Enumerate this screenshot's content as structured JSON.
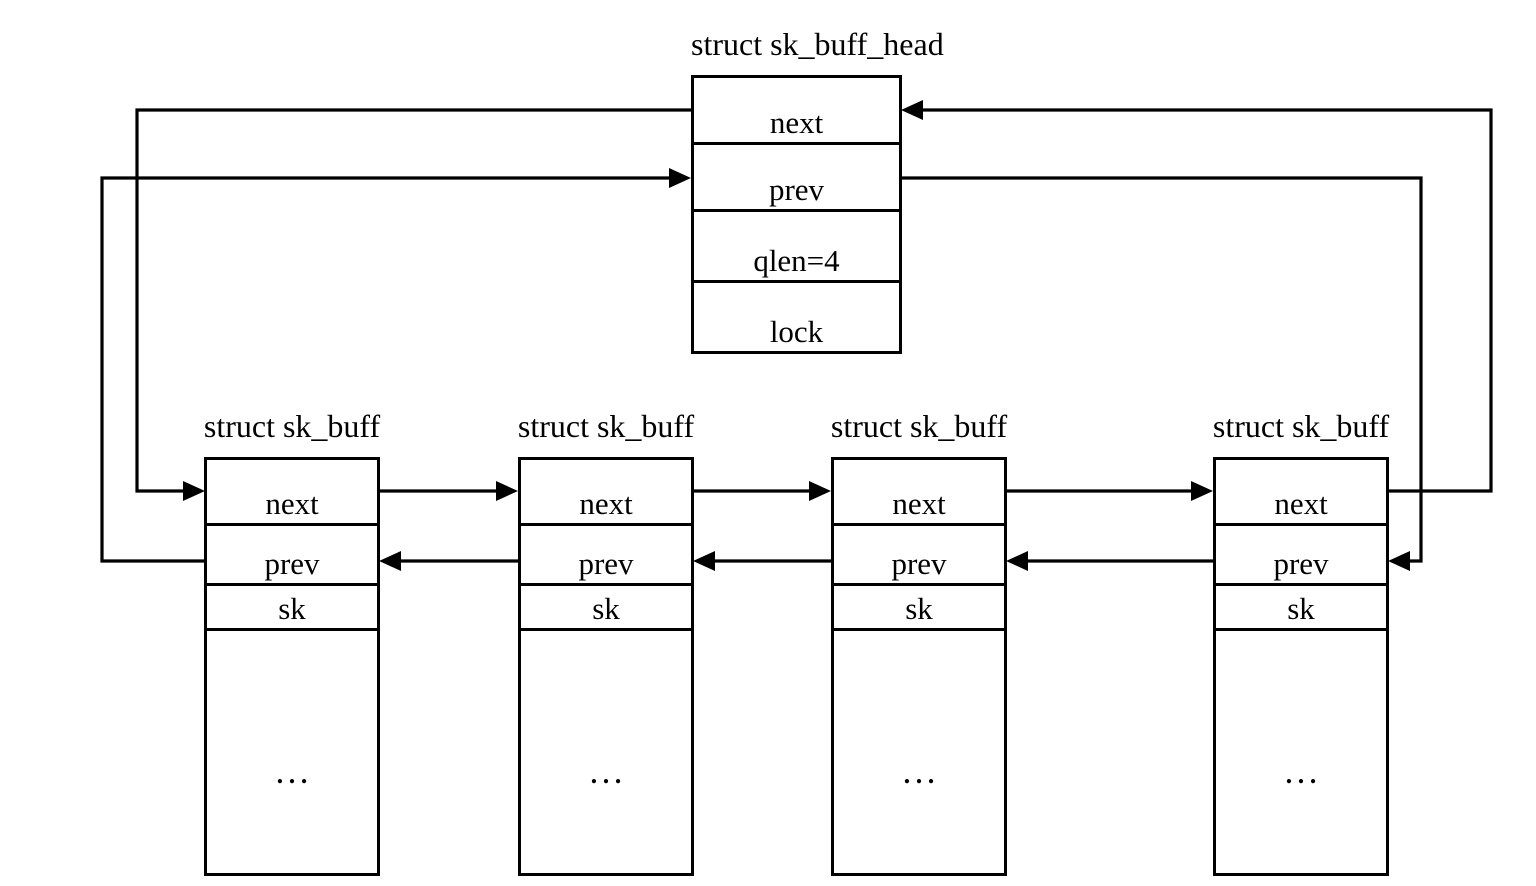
{
  "head": {
    "title": "struct sk_buff_head",
    "fields": [
      "next",
      "prev",
      "qlen=4",
      "lock"
    ]
  },
  "nodes": [
    {
      "title": "struct sk_buff",
      "fields": [
        "next",
        "prev",
        "sk"
      ],
      "more": "…"
    },
    {
      "title": "struct sk_buff",
      "fields": [
        "next",
        "prev",
        "sk"
      ],
      "more": "…"
    },
    {
      "title": "struct sk_buff",
      "fields": [
        "next",
        "prev",
        "sk"
      ],
      "more": "…"
    },
    {
      "title": "struct sk_buff",
      "fields": [
        "next",
        "prev",
        "sk"
      ],
      "more": "…"
    }
  ],
  "connections": [
    {
      "from": "sk_buff_head.next",
      "to": "sk_buff_1"
    },
    {
      "from": "sk_buff_1.next",
      "to": "sk_buff_2"
    },
    {
      "from": "sk_buff_2.next",
      "to": "sk_buff_3"
    },
    {
      "from": "sk_buff_3.next",
      "to": "sk_buff_4"
    },
    {
      "from": "sk_buff_4.next",
      "to": "sk_buff_head"
    },
    {
      "from": "sk_buff_head.prev",
      "to": "sk_buff_4"
    },
    {
      "from": "sk_buff_4.prev",
      "to": "sk_buff_3"
    },
    {
      "from": "sk_buff_3.prev",
      "to": "sk_buff_2"
    },
    {
      "from": "sk_buff_2.prev",
      "to": "sk_buff_1"
    },
    {
      "from": "sk_buff_1.prev",
      "to": "sk_buff_head"
    }
  ],
  "colors": {
    "line": "#000000",
    "text": "#000000",
    "background": "#ffffff"
  }
}
